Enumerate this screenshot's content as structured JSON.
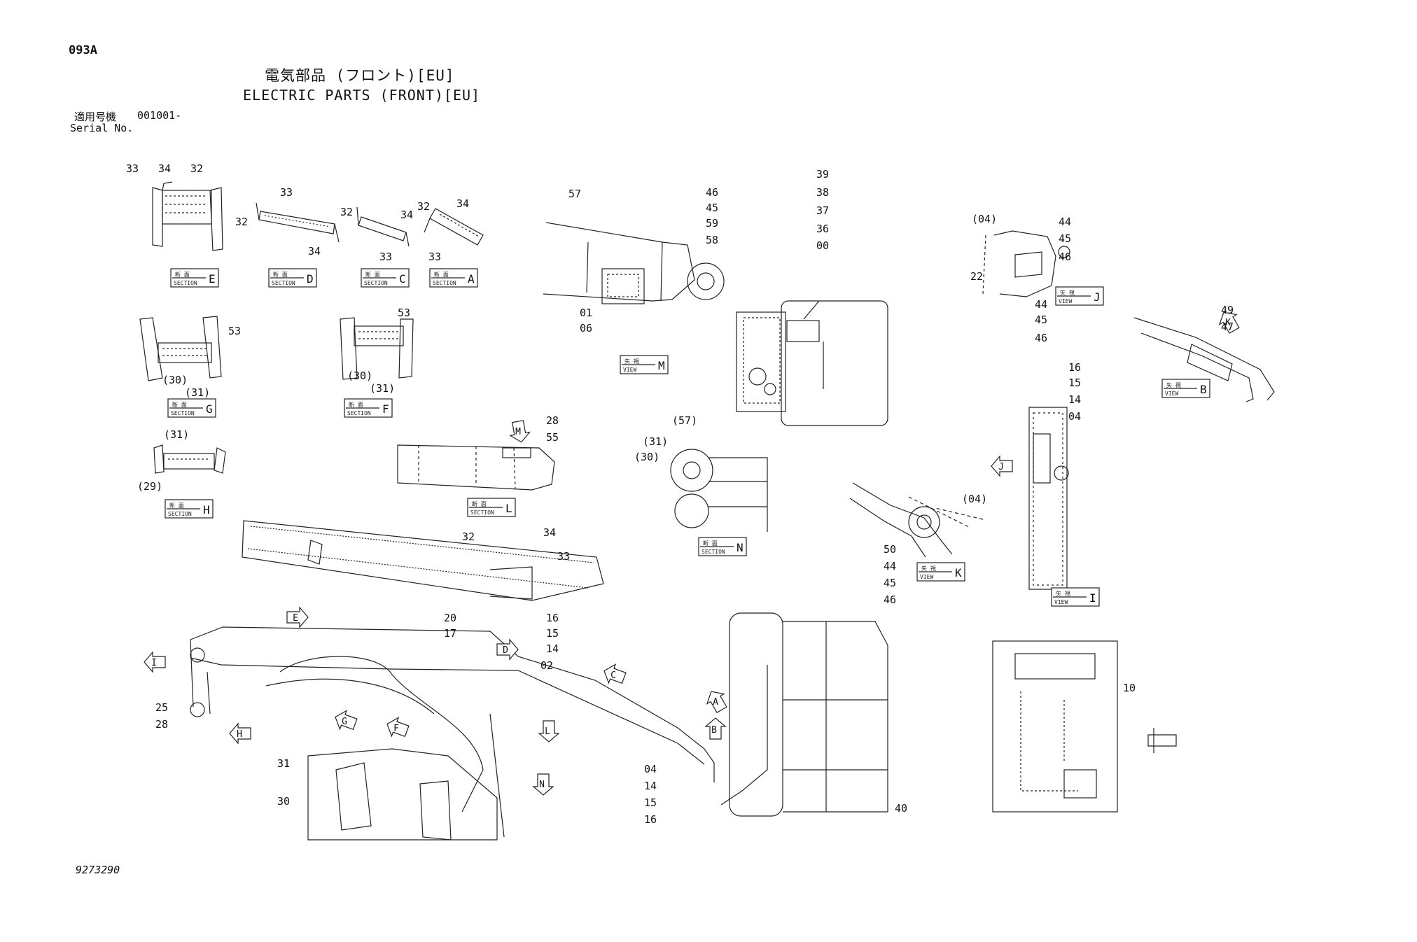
{
  "header": {
    "page_code": "093A",
    "title_jp": "電気部品 (フロント)[EU]",
    "title_en": "ELECTRIC PARTS (FRONT)[EU]",
    "serial_label_jp": "適用号機",
    "serial_value": "001001-",
    "serial_label_en": "Serial No."
  },
  "drawing_number": "9273290",
  "tag_text": {
    "section_jp": "断 面",
    "section_en": "SECTION",
    "view_jp": "矢 視",
    "view_en": "VIEW"
  },
  "tags": [
    {
      "type": "section",
      "letter": "E"
    },
    {
      "type": "section",
      "letter": "D"
    },
    {
      "type": "section",
      "letter": "C"
    },
    {
      "type": "section",
      "letter": "A"
    },
    {
      "type": "section",
      "letter": "G"
    },
    {
      "type": "section",
      "letter": "F"
    },
    {
      "type": "section",
      "letter": "H"
    },
    {
      "type": "section",
      "letter": "L"
    },
    {
      "type": "section",
      "letter": "N"
    },
    {
      "type": "view",
      "letter": "M"
    },
    {
      "type": "view",
      "letter": "J"
    },
    {
      "type": "view",
      "letter": "B"
    },
    {
      "type": "view",
      "letter": "K"
    },
    {
      "type": "view",
      "letter": "I"
    }
  ],
  "callouts": [
    "33",
    "34",
    "32",
    "33",
    "32",
    "34",
    "32",
    "34",
    "33",
    "32",
    "34",
    "33",
    "53",
    "(30)",
    "(31)",
    "53",
    "(30)",
    "(31)",
    "(31)",
    "(29)",
    "57",
    "46",
    "45",
    "59",
    "58",
    "01",
    "06",
    "39",
    "38",
    "37",
    "36",
    "00",
    "(04)",
    "44",
    "45",
    "46",
    "22",
    "44",
    "45",
    "46",
    "49",
    "47",
    "28",
    "55",
    "(57)",
    "(31)",
    "(30)",
    "16",
    "15",
    "14",
    "04",
    "(04)",
    "50",
    "44",
    "45",
    "46",
    "32",
    "34",
    "33",
    "20",
    "17",
    "16",
    "15",
    "14",
    "02",
    "25",
    "28",
    "31",
    "30",
    "04",
    "14",
    "15",
    "16",
    "40",
    "10"
  ],
  "arrows": [
    "E",
    "I",
    "D",
    "C",
    "A",
    "B",
    "G",
    "F",
    "H",
    "L",
    "N",
    "M",
    "J",
    "K"
  ]
}
